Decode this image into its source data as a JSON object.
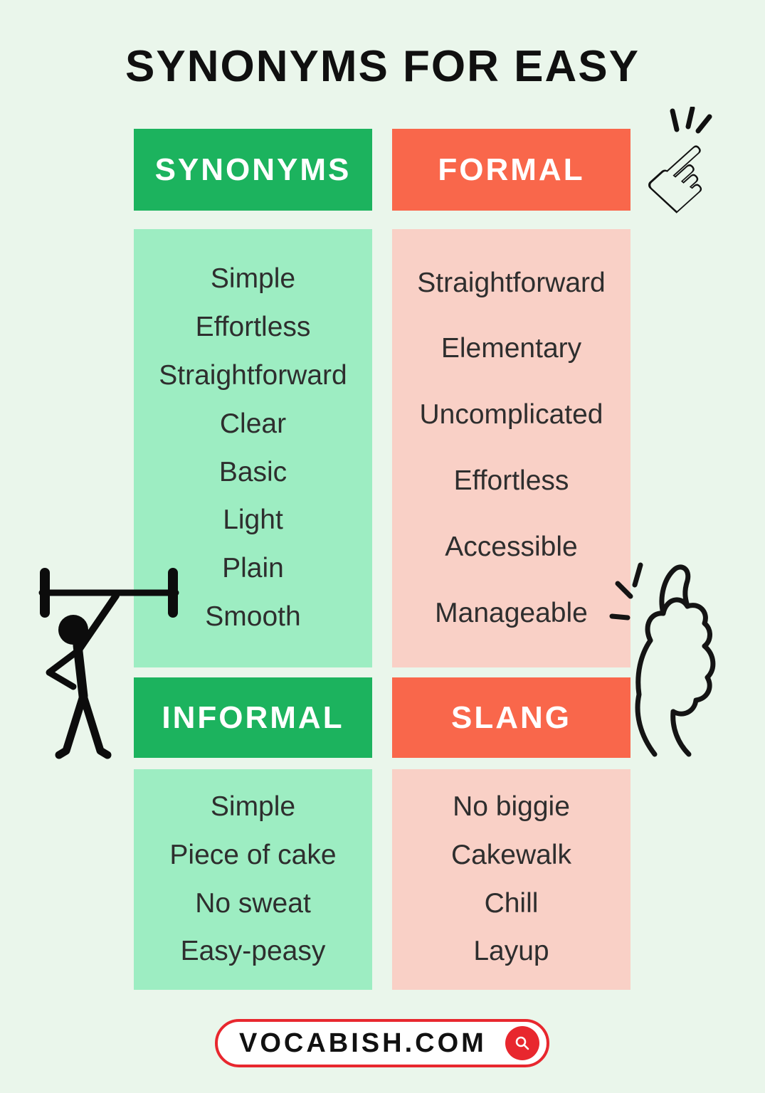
{
  "title": "SYNONYMS FOR EASY",
  "sections": [
    {
      "label": "SYNONYMS",
      "items": [
        "Simple",
        "Effortless",
        "Straightforward",
        "Clear",
        "Basic",
        "Light",
        "Plain",
        "Smooth"
      ]
    },
    {
      "label": "FORMAL",
      "items": [
        "Straightforward",
        "Elementary",
        "Uncomplicated",
        "Effortless",
        "Accessible",
        "Manageable"
      ]
    },
    {
      "label": "INFORMAL",
      "items": [
        "Simple",
        "Piece of cake",
        "No sweat",
        "Easy-peasy"
      ]
    },
    {
      "label": "SLANG",
      "items": [
        "No biggie",
        "Cakewalk",
        "Chill",
        "Layup"
      ]
    }
  ],
  "footer": {
    "site_label": "VOCABISH.COM"
  },
  "icons": {
    "pointing_hand_glyph": "☞",
    "pointing_hand": "pointing-hand-icon",
    "weightlifter": "weightlifter-icon",
    "snap_fingers": "snap-fingers-icon",
    "search": "search-icon"
  },
  "colors": {
    "background": "#EAF6EB",
    "green_header": "#1CB35E",
    "green_panel": "#9DEDC2",
    "orange_header": "#F9674B",
    "pink_panel": "#F9D0C6",
    "footer_red": "#E8272E",
    "text_dark": "#2E2E2E"
  }
}
